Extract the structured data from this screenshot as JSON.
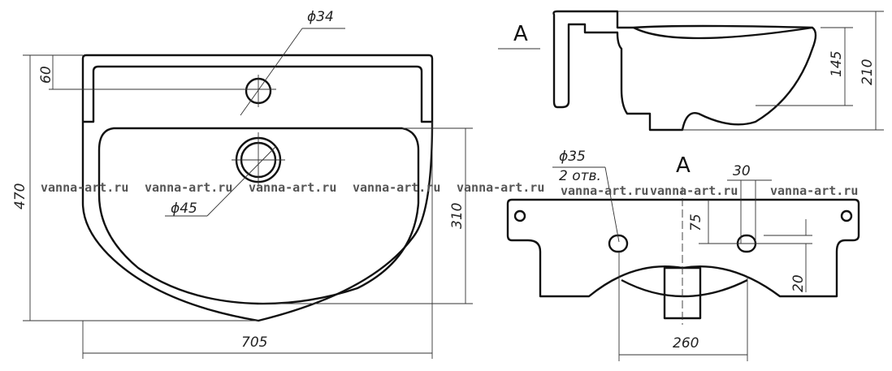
{
  "watermark": "vanna-art.ru",
  "top_view": {
    "dim_faucet_hole": "ϕ34",
    "dim_drain": "ϕ45",
    "dim_rim": "60",
    "dim_depth_total": "470",
    "dim_bowl": "310",
    "dim_width": "705"
  },
  "side_view": {
    "view_marker": "A",
    "dim_bowl_height": "145",
    "dim_total_height": "210"
  },
  "view_a": {
    "title": "A",
    "dim_holes": "ϕ35",
    "holes_note": "2 отв.",
    "dim_hole_offset": "30",
    "dim_75": "75",
    "dim_20": "20",
    "dim_260": "260"
  }
}
